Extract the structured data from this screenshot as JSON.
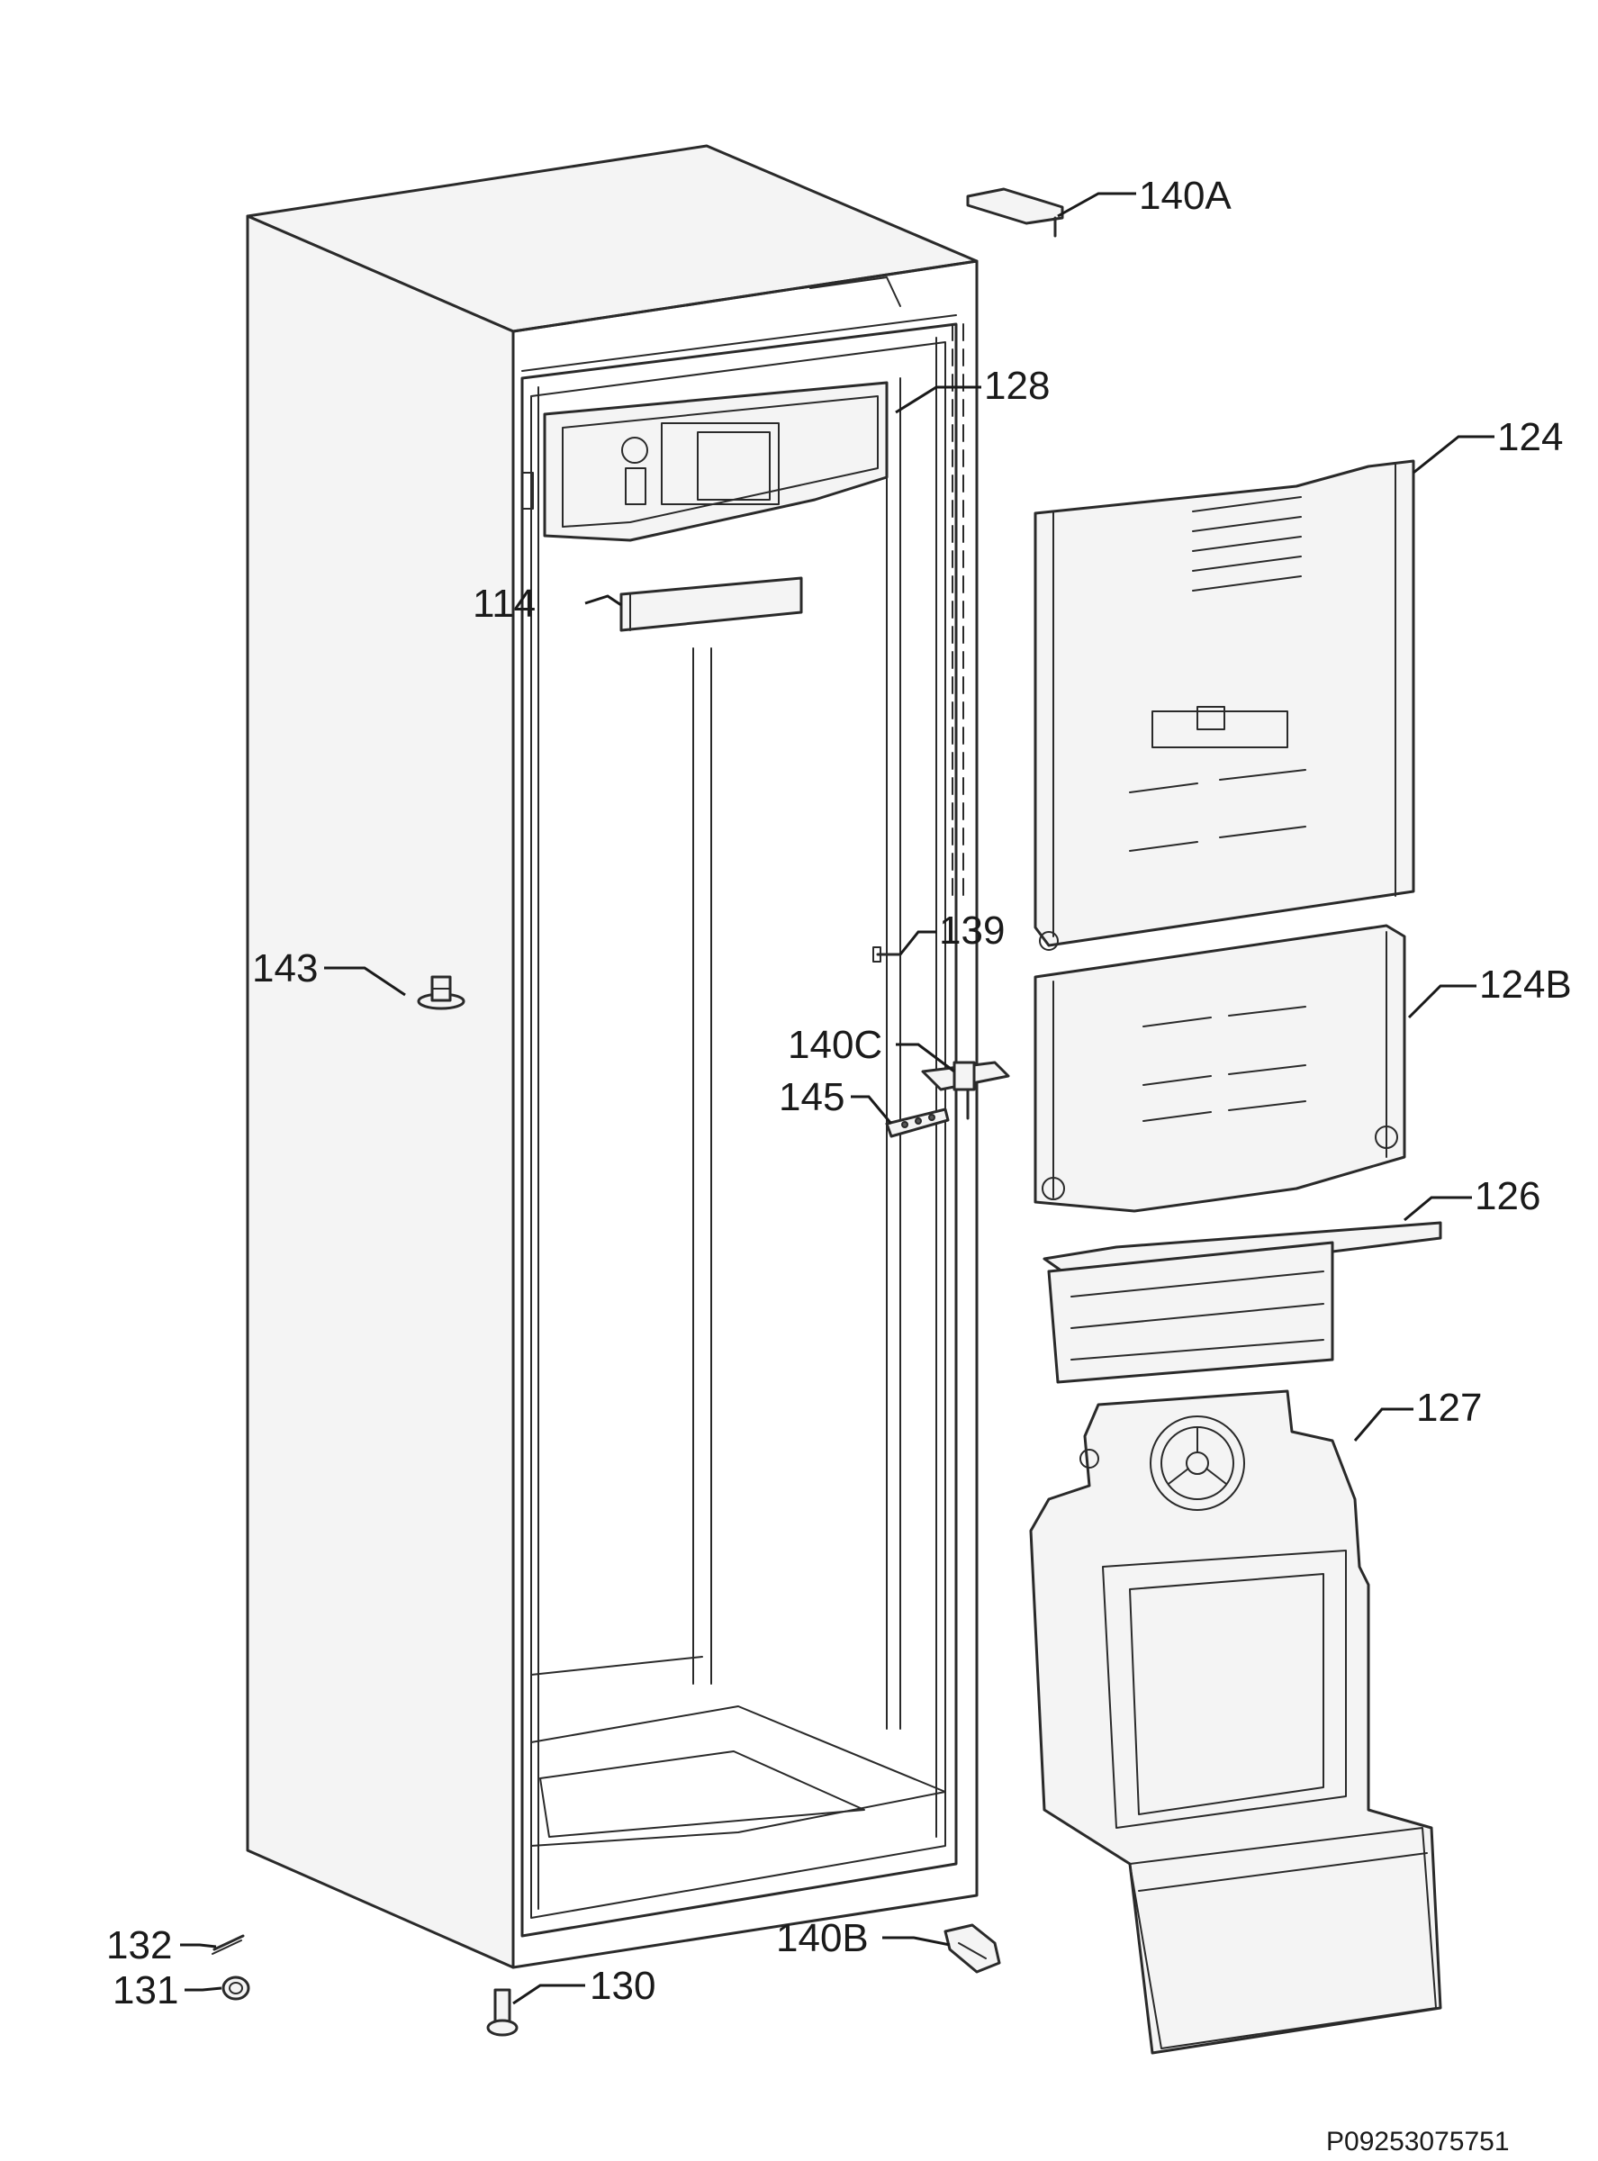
{
  "labels": {
    "l140A": "140A",
    "l128": "128",
    "l124": "124",
    "l114": "114",
    "l139": "139",
    "l143": "143",
    "l124B": "124B",
    "l140C": "140C",
    "l145": "145",
    "l126": "126",
    "l127": "127",
    "l132": "132",
    "l131": "131",
    "l130": "130",
    "l140B": "140B"
  },
  "drawing_code": "P09253075751"
}
